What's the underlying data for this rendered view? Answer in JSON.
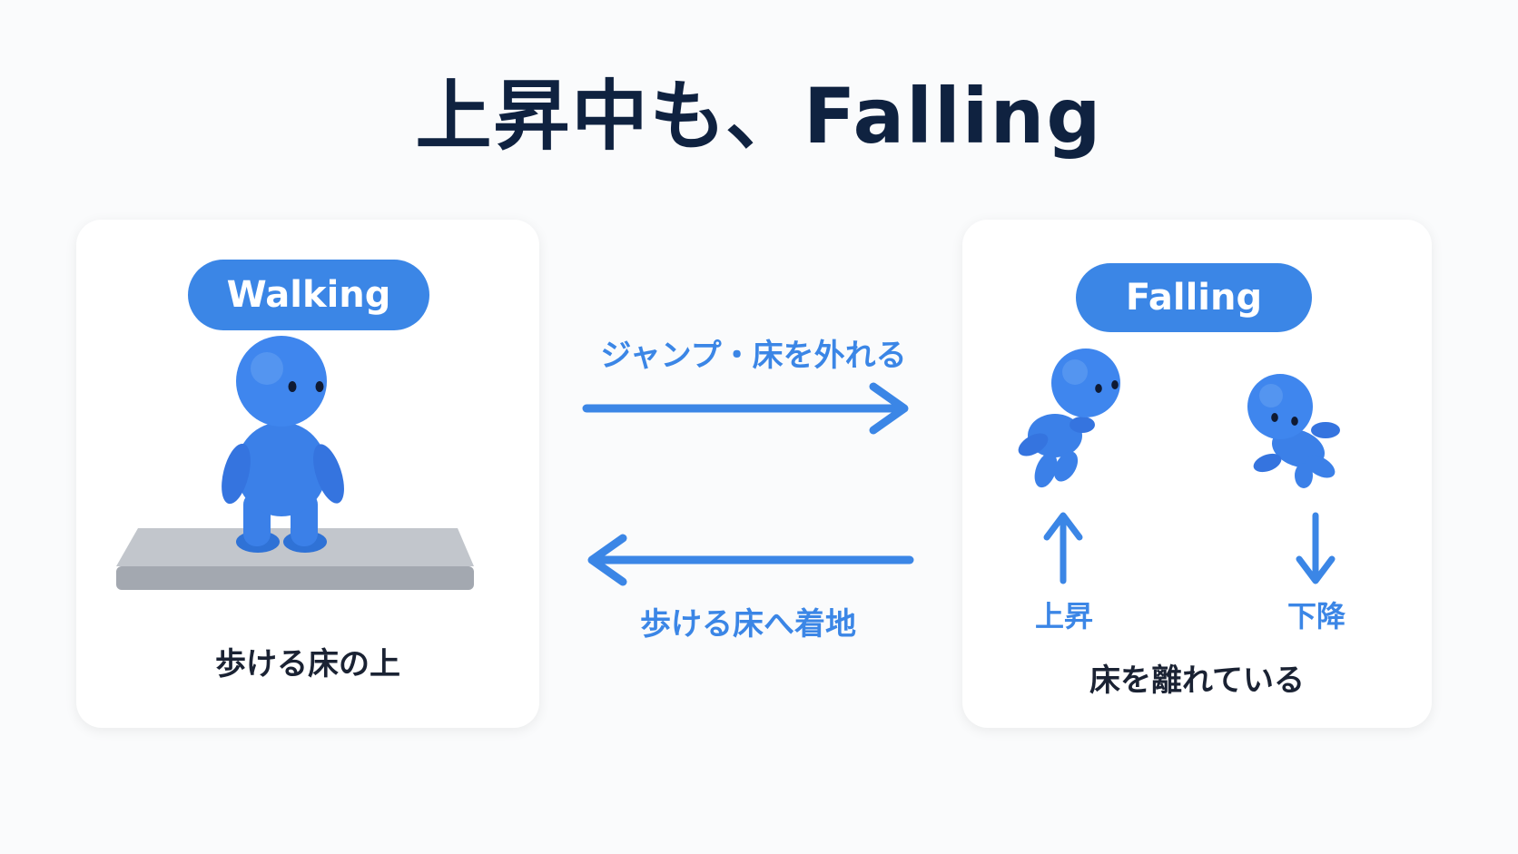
{
  "title": "上昇中も、Falling",
  "states": {
    "walking": {
      "label": "Walking",
      "caption": "歩ける床の上"
    },
    "falling": {
      "label": "Falling",
      "caption": "床を離れている",
      "rising_label": "上昇",
      "descending_label": "下降"
    }
  },
  "transitions": {
    "to_falling": "ジャンプ・床を外れる",
    "to_walking": "歩ける床へ着地"
  },
  "colors": {
    "accent": "#3b86e6",
    "title": "#0f2240",
    "figure": "#3b80e8",
    "floor": "#a8adb5"
  }
}
